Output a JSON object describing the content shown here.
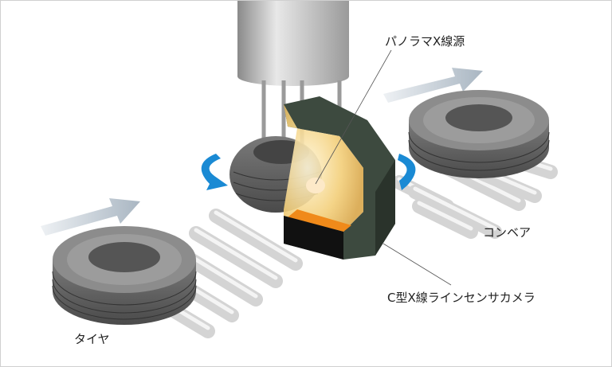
{
  "labels": {
    "xray_source": "パノラマX線源",
    "conveyor": "コンベア",
    "camera": "C型X線ラインセンサカメラ",
    "tire": "タイヤ"
  },
  "colors": {
    "frame": "#3d4a3f",
    "rotation_arrow": "#1a8ad4",
    "direction_arrow": "#c9d3dc",
    "roller": "#d8d8d8",
    "tire": "#6a6a6a",
    "xray_glow": "#f5d27a"
  }
}
